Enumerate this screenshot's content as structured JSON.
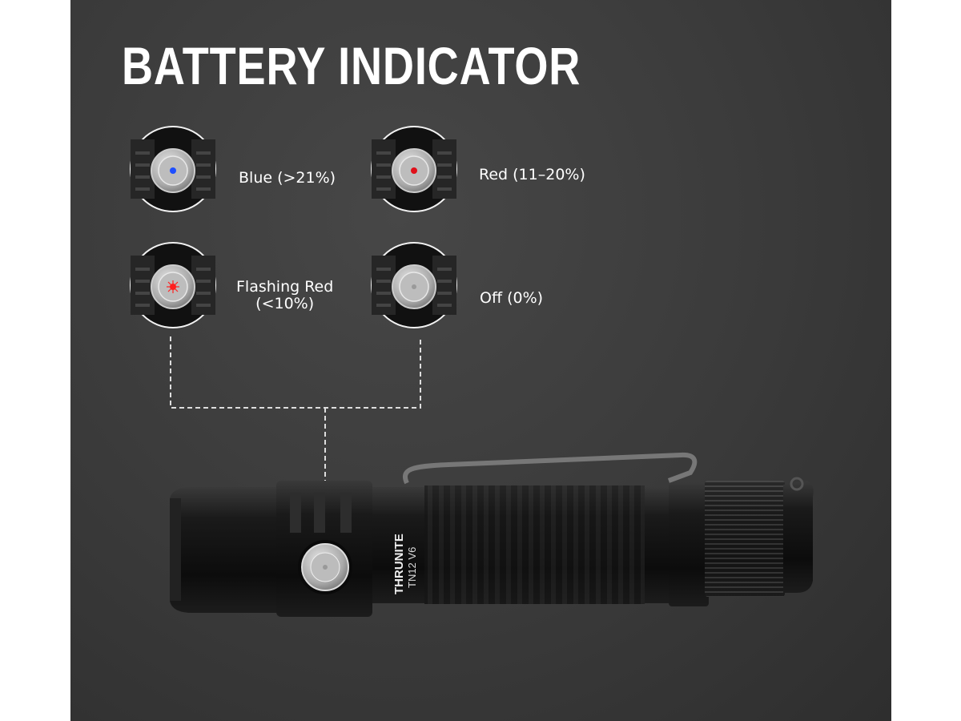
{
  "title": "BATTERY INDICATOR",
  "indicators": [
    {
      "label": "Blue (>21%)",
      "led_color": "#1f4fff",
      "state": "solid"
    },
    {
      "label": "Red (11–20%)",
      "led_color": "#e0101a",
      "state": "solid"
    },
    {
      "label_line1": "Flashing Red",
      "label_line2": "(<10%)",
      "led_color": "#ff2020",
      "state": "flashing"
    },
    {
      "label": "Off (0%)",
      "led_color": "#9a9a9a",
      "state": "off"
    }
  ],
  "product": {
    "brand": "THRUNITE",
    "model": "TN12 V6"
  },
  "colors": {
    "background": "#3a3a3a",
    "text": "#ffffff"
  }
}
